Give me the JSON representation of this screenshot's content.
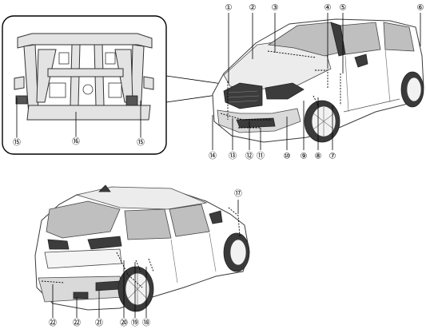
{
  "callouts": [
    {
      "id": "c1",
      "label": "①"
    },
    {
      "id": "c2",
      "label": "②"
    },
    {
      "id": "c3",
      "label": "③"
    },
    {
      "id": "c4",
      "label": "④"
    },
    {
      "id": "c5",
      "label": "⑤"
    },
    {
      "id": "c6",
      "label": "⑥"
    },
    {
      "id": "c7",
      "label": "⑦"
    },
    {
      "id": "c8",
      "label": "⑧"
    },
    {
      "id": "c9",
      "label": "⑨"
    },
    {
      "id": "c10",
      "label": "⑩"
    },
    {
      "id": "c11",
      "label": "⑪"
    },
    {
      "id": "c12",
      "label": "⑫"
    },
    {
      "id": "c13",
      "label": "⑬"
    },
    {
      "id": "c14",
      "label": "⑭"
    },
    {
      "id": "c15a",
      "label": "⑮"
    },
    {
      "id": "c15b",
      "label": "⑮"
    },
    {
      "id": "c16",
      "label": "⑯"
    },
    {
      "id": "c17",
      "label": "⑰"
    },
    {
      "id": "c18",
      "label": "⑱"
    },
    {
      "id": "c19",
      "label": "⑲"
    },
    {
      "id": "c20",
      "label": "⑳"
    },
    {
      "id": "c21",
      "label": "㉑"
    },
    {
      "id": "c22a",
      "label": "㉒"
    },
    {
      "id": "c22b",
      "label": "㉒"
    }
  ]
}
